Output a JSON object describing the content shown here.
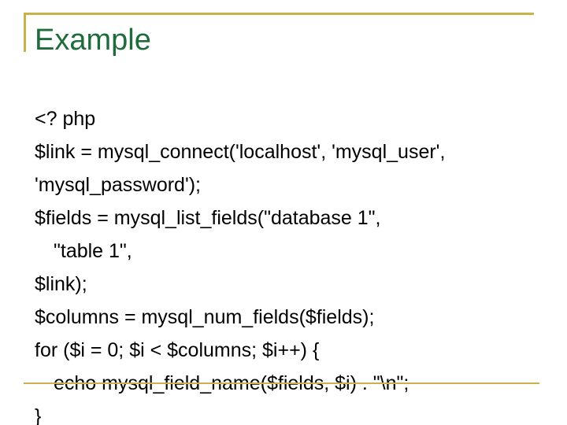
{
  "slide": {
    "title": "Example",
    "code_lines": [
      {
        "text": "<? php",
        "indent": false
      },
      {
        "text": "$link = mysql_connect('localhost', 'mysql_user',",
        "indent": false
      },
      {
        "text": "'mysql_password');",
        "indent": false
      },
      {
        "text": "$fields = mysql_list_fields(\"database 1\",",
        "indent": false
      },
      {
        "text": "\"table 1\",",
        "indent": true
      },
      {
        "text": "$link);",
        "indent": false
      },
      {
        "text": "$columns = mysql_num_fields($fields);",
        "indent": false
      },
      {
        "text": "for ($i = 0; $i < $columns; $i++) {",
        "indent": false
      },
      {
        "text": "echo mysql_field_name($fields, $i) . \"\\n\";",
        "indent": true
      },
      {
        "text": "}",
        "indent": false
      }
    ]
  },
  "colors": {
    "title": "#1f6b3a",
    "frame": "#c8b24a",
    "text": "#000000"
  }
}
